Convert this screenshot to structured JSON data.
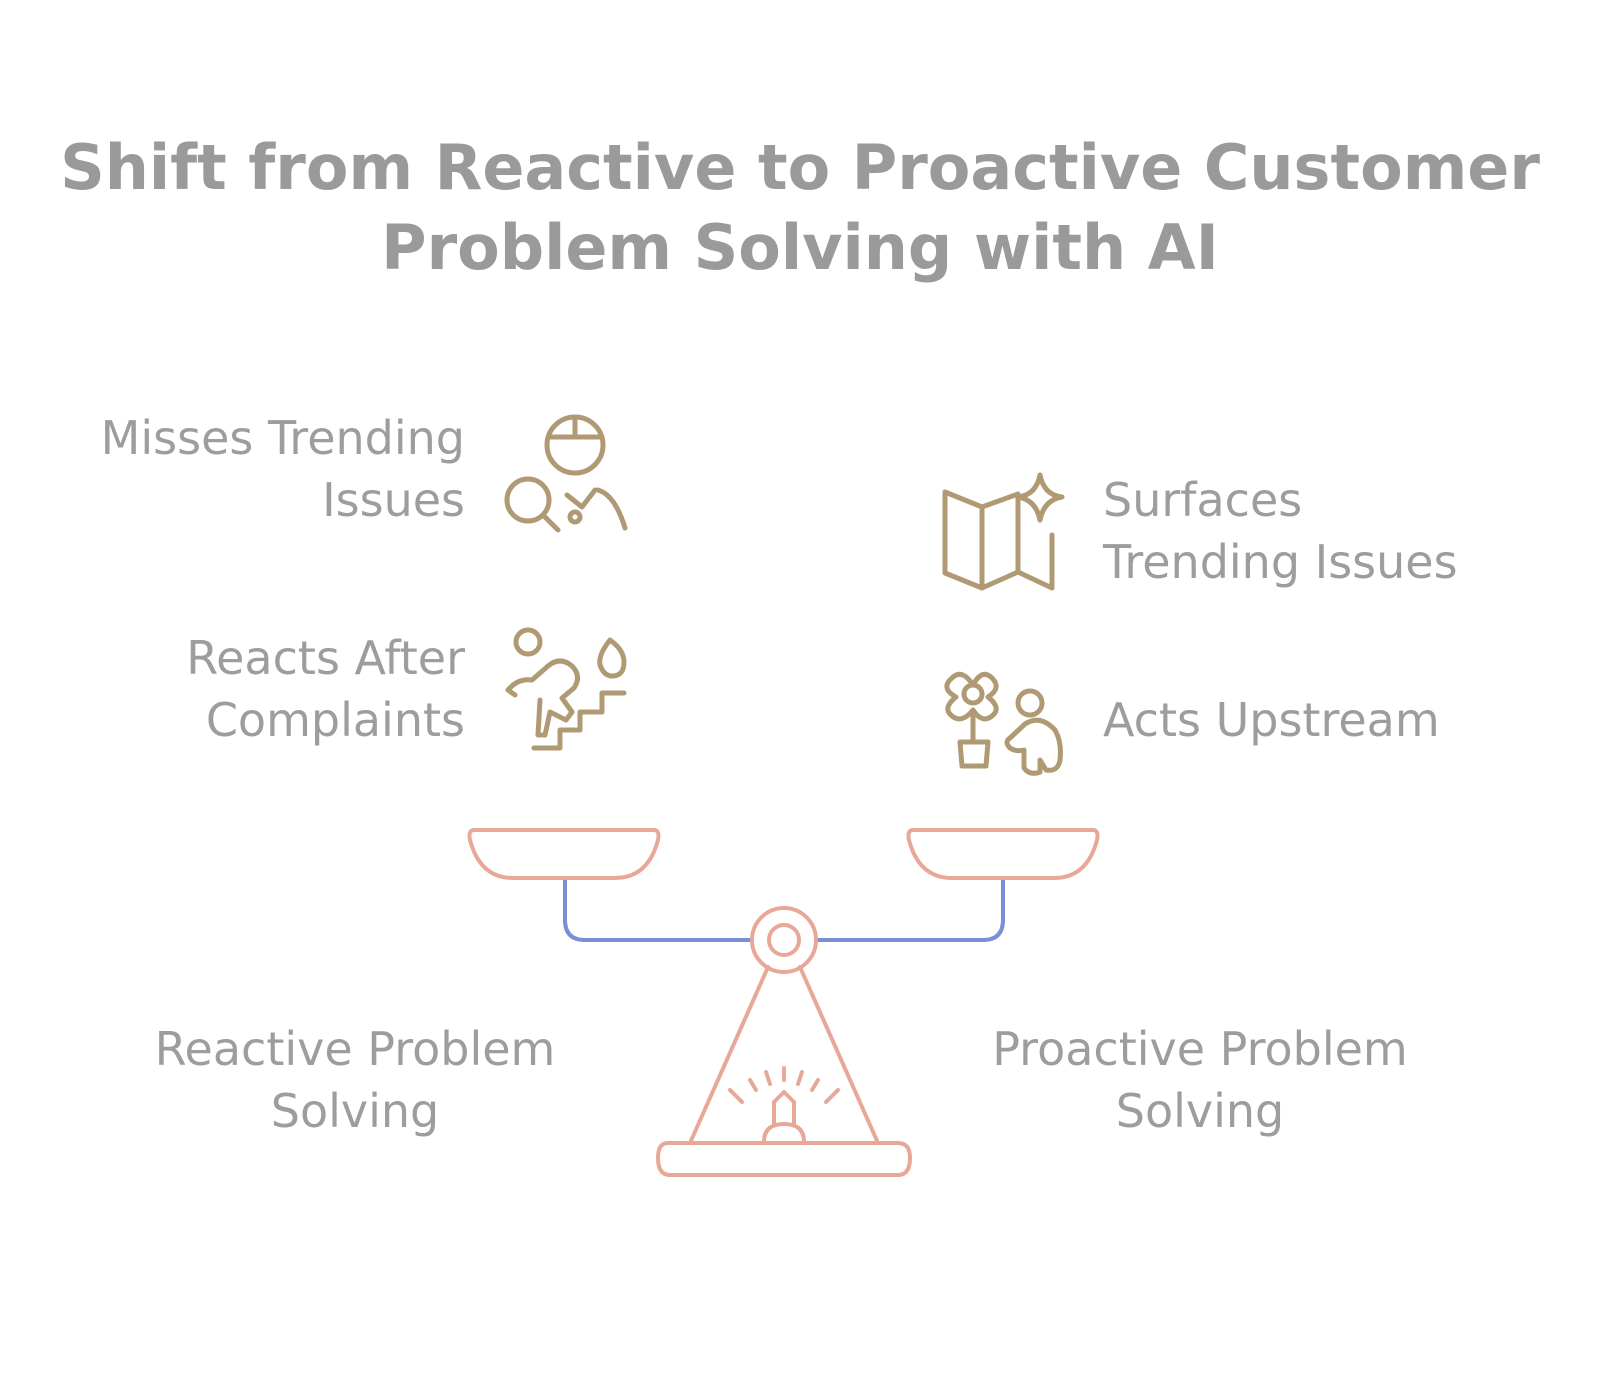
{
  "title": {
    "line1": "Shift from Reactive to Proactive Customer",
    "line2": "Problem Solving with AI"
  },
  "left": {
    "items": [
      {
        "line1": "Misses Trending",
        "line2": "Issues",
        "icon": "person-search-icon"
      },
      {
        "line1": "Reacts After",
        "line2": "Complaints",
        "icon": "person-fire-stairs-icon"
      }
    ],
    "side_label": {
      "line1": "Reactive Problem",
      "line2": "Solving"
    }
  },
  "right": {
    "items": [
      {
        "line1": "Surfaces",
        "line2": "Trending Issues",
        "icon": "map-sparkle-icon"
      },
      {
        "line1": "Acts Upstream",
        "icon": "person-flower-icon"
      }
    ],
    "side_label": {
      "line1": "Proactive Problem",
      "line2": "Solving"
    }
  },
  "colors": {
    "text": "#9d9d9d",
    "icon": "#b09a74",
    "scale": "#e8a898",
    "beam": "#7b8fd6"
  }
}
